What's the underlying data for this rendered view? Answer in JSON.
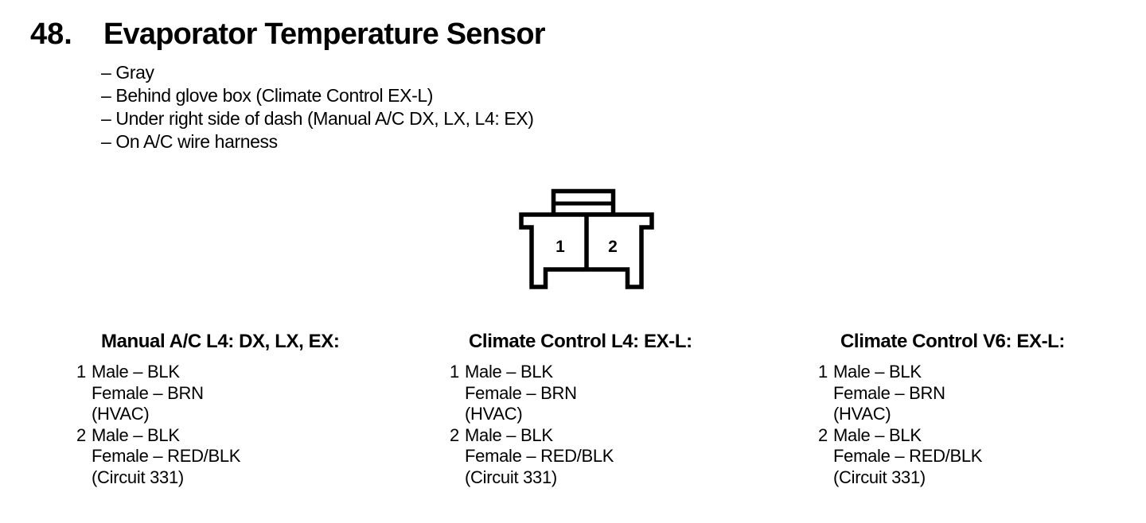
{
  "colors": {
    "ink": "#000000",
    "paper": "#ffffff"
  },
  "title": {
    "number": "48.",
    "text": "Evaporator Temperature Sensor"
  },
  "notes": [
    "– Gray",
    "– Behind glove box (Climate Control EX-L)",
    "– Under right side of dash (Manual A/C DX, LX, L4: EX)",
    "– On A/C wire harness"
  ],
  "connector": {
    "description": "2-pin connector front view",
    "pins": [
      "1",
      "2"
    ]
  },
  "columns": [
    {
      "header": "Manual A/C L4: DX, LX, EX:",
      "pins": [
        {
          "number": "1",
          "lines": [
            "Male – BLK",
            "Female – BRN",
            "(HVAC)"
          ]
        },
        {
          "number": "2",
          "lines": [
            "Male – BLK",
            "Female – RED/BLK",
            "(Circuit 331)"
          ]
        }
      ]
    },
    {
      "header": "Climate Control L4: EX-L:",
      "pins": [
        {
          "number": "1",
          "lines": [
            "Male – BLK",
            "Female – BRN",
            "(HVAC)"
          ]
        },
        {
          "number": "2",
          "lines": [
            "Male – BLK",
            "Female – RED/BLK",
            "(Circuit 331)"
          ]
        }
      ]
    },
    {
      "header": "Climate Control V6: EX-L:",
      "pins": [
        {
          "number": "1",
          "lines": [
            "Male – BLK",
            "Female – BRN",
            "(HVAC)"
          ]
        },
        {
          "number": "2",
          "lines": [
            "Male – BLK",
            "Female – RED/BLK",
            "(Circuit 331)"
          ]
        }
      ]
    }
  ]
}
